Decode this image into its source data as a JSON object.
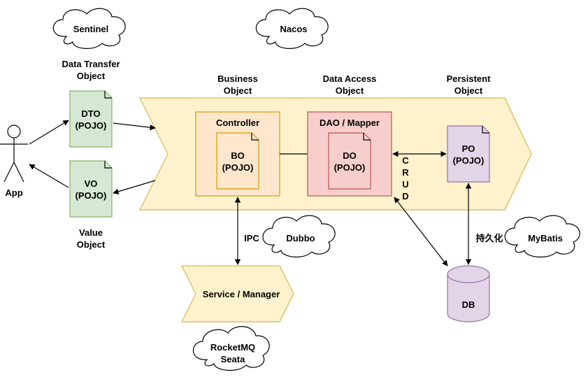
{
  "clouds": {
    "sentinel": "Sentinel",
    "nacos": "Nacos",
    "dubbo": "Dubbo",
    "mybatis": "MyBatis",
    "rocketmq_line1": "RocketMQ",
    "rocketmq_line2": "Seata"
  },
  "captions": {
    "dto_line1": "Data Transfer",
    "dto_line2": "Object",
    "bo_line1": "Business",
    "bo_line2": "Object",
    "dao_line1": "Data Access",
    "dao_line2": "Object",
    "po_line1": "Persistent",
    "po_line2": "Object",
    "vo_line1": "Value",
    "vo_line2": "Object"
  },
  "actor": {
    "label": "App"
  },
  "docs": {
    "dto_line1": "DTO",
    "dto_line2": "(POJO)",
    "vo_line1": "VO",
    "vo_line2": "(POJO)",
    "bo_line1": "BO",
    "bo_line2": "(POJO)",
    "do_line1": "DO",
    "do_line2": "(POJO)",
    "po_line1": "PO",
    "po_line2": "(POJO)"
  },
  "containers": {
    "controller": "Controller",
    "dao": "DAO / Mapper"
  },
  "crud": [
    "C",
    "R",
    "U",
    "D"
  ],
  "labels": {
    "ipc": "IPC",
    "persist": "持久化"
  },
  "service": {
    "label": "Service / Manager"
  },
  "db": {
    "label": "DB"
  },
  "colors": {
    "band_fill": "#fff2cc",
    "band_stroke": "#d6b656",
    "orange_fill": "#ffe6cc",
    "orange_stroke": "#d79b00",
    "red_fill": "#f8cecc",
    "red_stroke": "#b85450",
    "green_fill": "#d5e8d4",
    "purple_fill": "#e1d5e7"
  }
}
